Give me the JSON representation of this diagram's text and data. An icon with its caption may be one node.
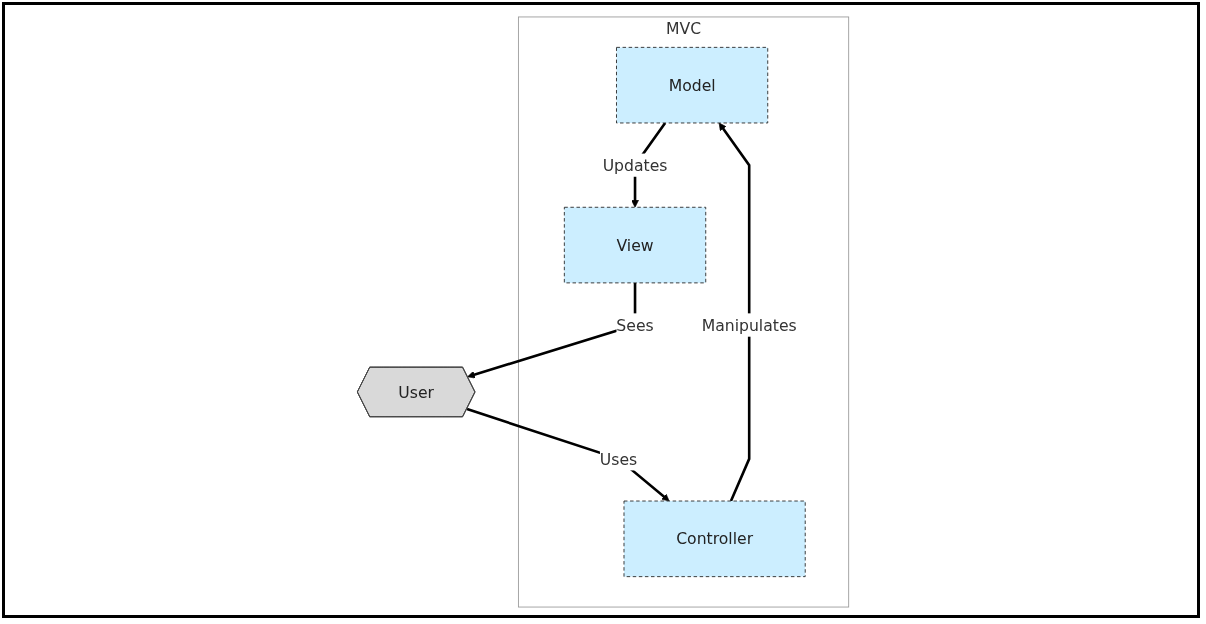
{
  "diagram": {
    "nodes": [
      {
        "text": [
          "MVC"
        ]
      },
      {
        "text": [
          "Model"
        ],
        "in": 0
      },
      {
        "text": [
          "View"
        ],
        "in": 0
      },
      {
        "text": [
          "Controller"
        ],
        "in": 0
      },
      {
        "text": [
          "User"
        ]
      }
    ],
    "edges": [
      {
        "from": 1,
        "to": 2,
        "label": "Updates",
        "arrow": "to"
      },
      {
        "from": 2,
        "to": 4,
        "label": "Sees",
        "arrow": "to"
      },
      {
        "from": 4,
        "to": 3,
        "label": "Uses",
        "arrow": "to"
      },
      {
        "from": 3,
        "to": 1,
        "label": "Manipulates",
        "arrow": "to"
      }
    ]
  }
}
